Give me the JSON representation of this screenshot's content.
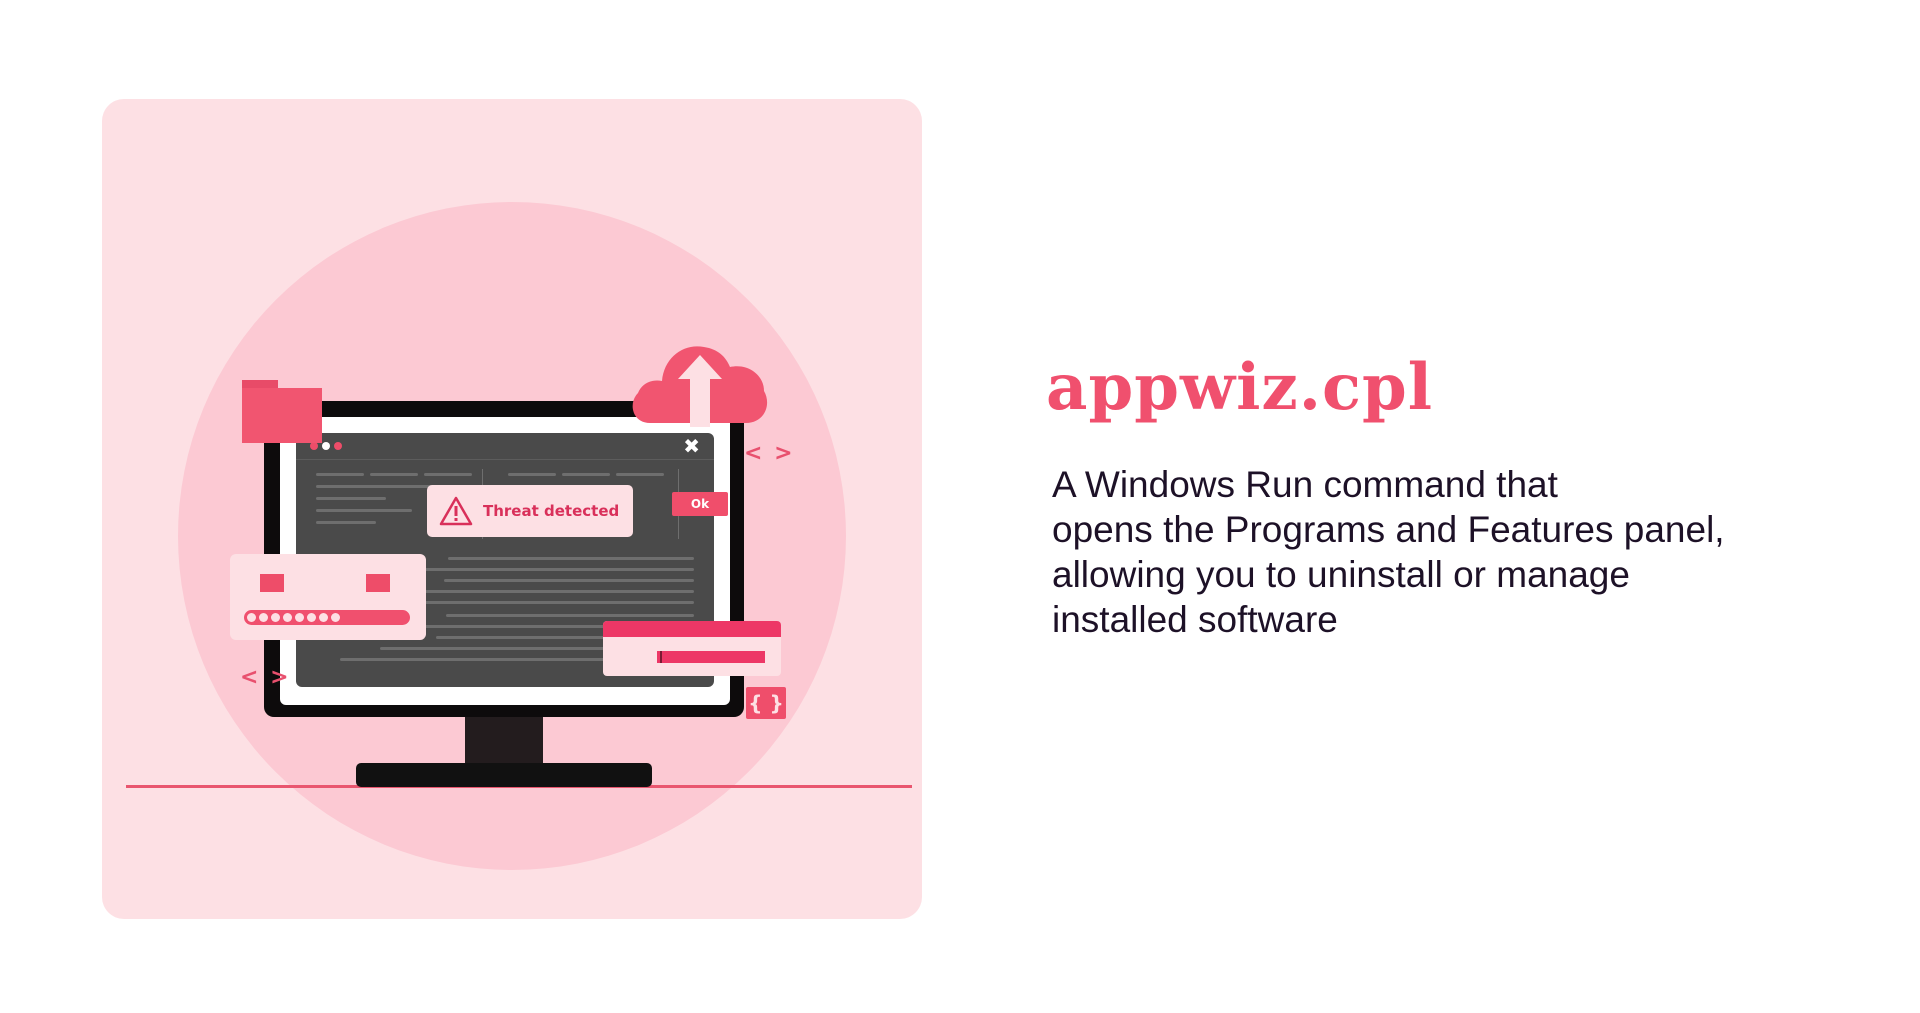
{
  "illustration": {
    "threat_popup": {
      "label": "Threat detected",
      "icon": "warning-triangle-icon"
    },
    "ok_button": {
      "label": "Ok"
    },
    "close_glyph": "✖",
    "code_tags_glyph": "< >",
    "braces_glyph": "{ }",
    "colors": {
      "card_bg": "#fde0e4",
      "circle_bg": "#fcc9d3",
      "accent": "#f0506e",
      "screen": "#4a4a4a",
      "monitor": "#0d0b0c"
    }
  },
  "content": {
    "title": "appwiz.cpl",
    "description_lines": [
      "A Windows Run command that",
      "opens the Programs and Features panel,",
      "allowing you to uninstall or manage",
      "installed software"
    ],
    "colors": {
      "title": "#f0506e",
      "text": "#1d1127"
    }
  }
}
